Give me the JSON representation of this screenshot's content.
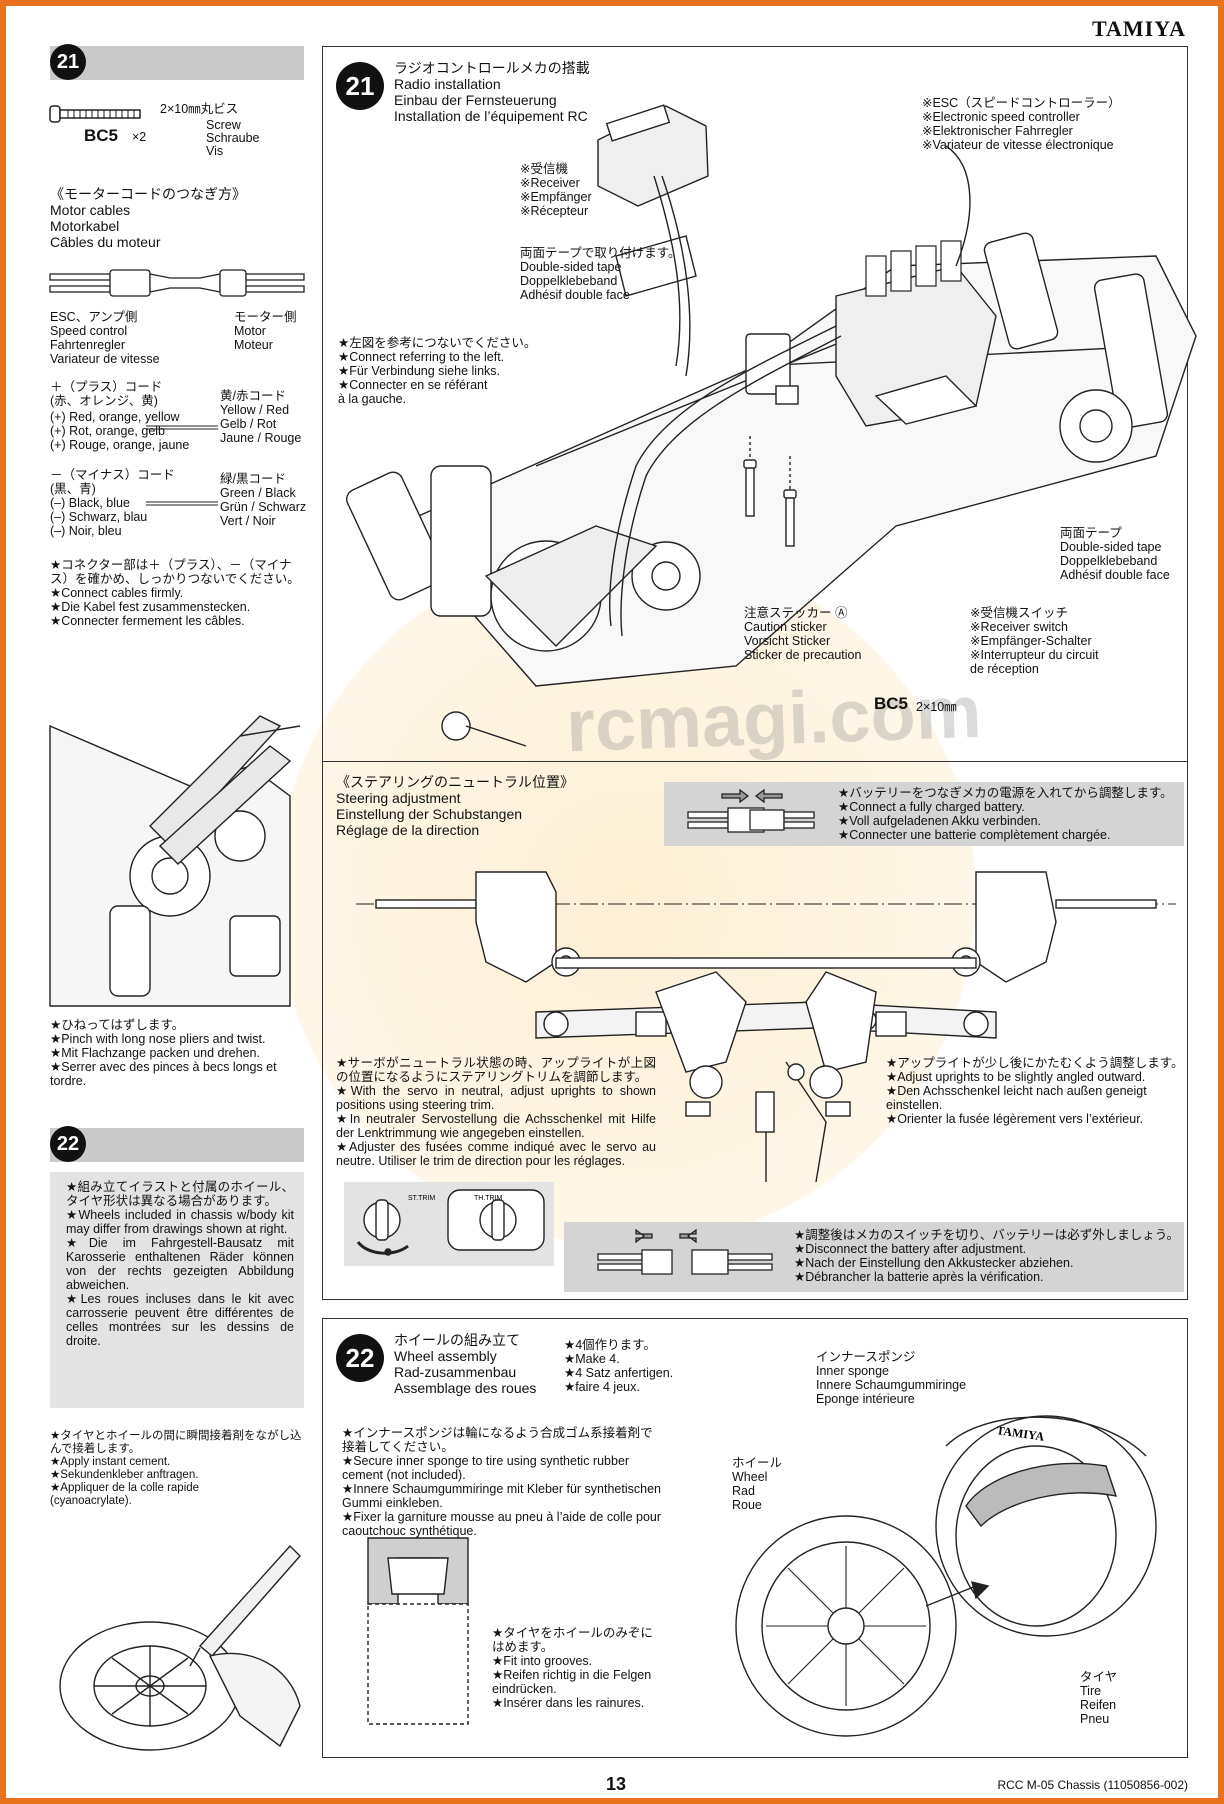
{
  "header": {
    "brand": "TAMIYA"
  },
  "watermark": {
    "text": "rcmagi.com"
  },
  "left21": {
    "step": "21",
    "screw_jp": "2×10㎜丸ビス",
    "screw_en": "Screw",
    "screw_de": "Schraube",
    "screw_fr": "Vis",
    "screw_code": "BC5",
    "screw_qty": "×2",
    "motor_title": "《モーターコードのつなぎ方》\nMotor cables\nMotorkabel\nCâbles du moteur",
    "esc_side": "ESC、アンプ側\nSpeed control\nFahrtenregler\nVariateur de vitesse",
    "motor_side": "モーター側\nMotor\nMoteur",
    "plus_title": "＋（プラス）コード\n(赤、オレンジ、黄)",
    "plus_list": "(+) Red, orange, yellow\n(+) Rot, orange, gelb\n(+) Rouge, orange, jaune",
    "yellow_red": "黄/赤コード\nYellow / Red\nGelb / Rot\nJaune / Rouge",
    "minus_title": "－（マイナス）コード\n(黒、青)",
    "minus_list": "(–) Black, blue\n(–) Schwarz, blau\n(–) Noir, bleu",
    "green_black": "緑/黒コード\nGreen / Black\nGrün / Schwarz\nVert / Noir",
    "connect_note": "★コネクター部は＋（プラス）、－（マイナス）を確かめ、しっかりつないでください。\n★Connect cables firmly.\n★Die Kabel fest zusammenstecken.\n★Connecter fermement les câbles.",
    "pinch_note": "★ひねってはずします。\n★Pinch with long nose pliers and twist.\n★Mit Flachzange packen und drehen.\n★Serrer avec des pinces à becs longs et tordre."
  },
  "main21": {
    "step": "21",
    "title": "ラジオコントロールメカの搭載\nRadio installation\nEinbau der Fernsteuerung\nInstallation de l’équipement RC",
    "receiver": "※受信機\n※Receiver\n※Empfänger\n※Récepteur",
    "tape1": "両面テープで取り付けます。\nDouble-sided tape\nDoppelklebeband\nAdhésif double face",
    "esc": "※ESC（スピードコントローラー）\n※Electronic speed controller\n※Elektronischer Fahrregler\n※Variateur de vitesse électronique",
    "connect_left": "★左図を参考につないでください。\n★Connect referring to the left.\n★Für Verbindung siehe links.\n★Connecter en se référant\nà la gauche.",
    "tape2": "両面テープ\nDouble-sided tape\nDoppelklebeband\nAdhésif double face",
    "caution": "注意ステッカー Ⓐ\nCaution sticker\nVorsicht Sticker\nSticker de precaution",
    "switch": "※受信機スイッチ\n※Receiver switch\n※Empfänger-Schalter\n※Interrupteur du circuit\nde réception",
    "screw_code": "BC5",
    "screw_size": "2×10㎜",
    "steer_title": "《ステアリングのニュートラル位置》\nSteering adjustment\nEinstellung der Schubstangen\nRéglage de la direction",
    "battery_note": "★バッテリーをつなぎメカの電源を入れてから調整します。\n★Connect a fully charged battery.\n★Voll aufgeladenen Akku verbinden.\n★Connecter une batterie complètement chargée.",
    "servo_note": "★サーボがニュートラル状態の時、アップライトが上図の位置になるようにステアリングトリムを調節します。\n★With the servo in neutral, adjust uprights to shown positions using steering trim.\n★In neutraler Servostellung die Achsschenkel mit Hilfe der Lenktrimmung wie angegeben einstellen.\n★Adjuster des fusées comme indiqué avec le servo au neutre. Utiliser le trim de direction pour les réglages.",
    "upright_note": "★アップライトが少し後にかたむくよう調整します。\n★Adjust uprights to be slightly angled outward.\n★Den Achsschenkel leicht nach außen geneigt einstellen.\n★Orienter la fusée légèrement vers l’extérieur.",
    "disconnect_note": "★調整後はメカのスイッチを切り、バッテリーは必ず外しましょう。\n★Disconnect the battery after adjustment.\n★Nach der Einstellung den Akkustecker abziehen.\n★Débrancher la batterie après la vérification.",
    "trim_labels": {
      "st": "ST.TRIM",
      "th": "TH.TRIM"
    }
  },
  "left22": {
    "step": "22",
    "wheel_note": "★組み立てイラストと付属のホイール、タイヤ形状は異なる場合があります。\n★Wheels included in chassis w/body kit may differ from drawings shown at right.\n★Die im Fahrgestell-Bausatz mit Karosserie enthaltenen Räder können von der rechts gezeigten Abbildung abweichen.\n★Les roues incluses dans le kit avec carrosserie peuvent être différentes de celles montrées sur les dessins de droite.",
    "glue_note": "★タイヤとホイールの間に瞬間接着剤をながし込んで接着します。\n★Apply instant cement.\n★Sekundenkleber anftragen.\n★Appliquer de la colle rapide\n(cyanoacrylate)."
  },
  "main22": {
    "step": "22",
    "title": "ホイールの組み立て\nWheel assembly\nRad-zusammenbau\nAssemblage des roues",
    "make4": "★4個作ります。\n★Make 4.\n★4 Satz anfertigen.\n★faire 4 jeux.",
    "sponge_note": "★インナースポンジは輪になるよう合成ゴム系接着剤で接着してください。\n★Secure inner sponge to tire using synthetic rubber cement (not included).\n★Innere Schaumgummiringe mit Kleber für synthetischen Gummi einkleben.\n★Fixer la garniture mousse au pneu à l’aide de colle pour caoutchouc synthétique.",
    "inner_sponge": "インナースポンジ\nInner sponge\nInnere Schaumgummiringe\nEponge intérieure",
    "wheel": "ホイール\nWheel\nRad\nRoue",
    "fit_note": "★タイヤをホイールのみぞにはめます。\n★Fit into grooves.\n★Reifen richtig in die Felgen eindrücken.\n★Insérer dans les rainures.",
    "tire": "タイヤ\nTire\nReifen\nPneu",
    "tire_brand": "TAMIYA"
  },
  "footer": {
    "page": "13",
    "code": "RCC M-05 Chassis (11050856-002)"
  }
}
